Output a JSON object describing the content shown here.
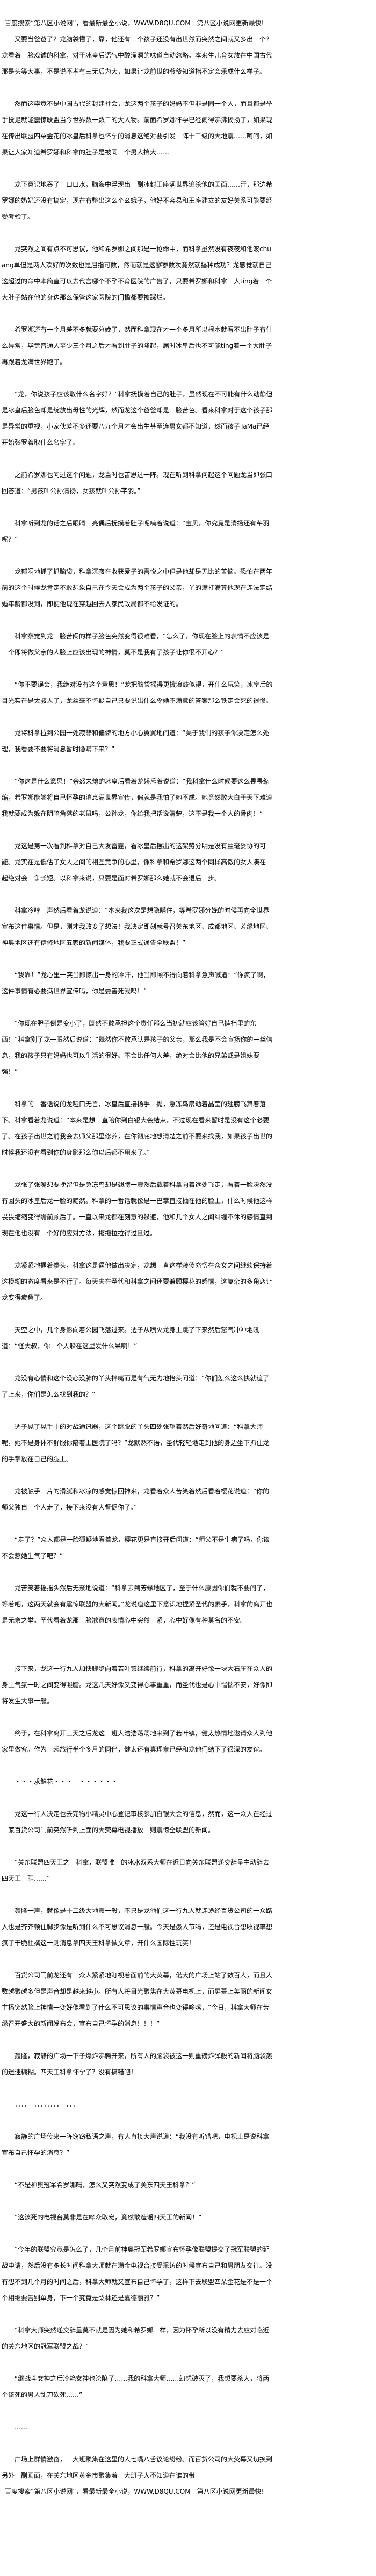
{
  "header_banner": "百度搜索“第八区小说网”，看最新最全小说，WWW.D8QU.COM　第八区小说网更新最快!",
  "footer_banner": "百度搜索“第八区小说网”，看最新最全小说，WWW.D8QU.COM　第八区小说网更新最快!",
  "paragraphs": [
    "又要当爸爸了？龙脑袋懵了，靠，他还有一个孩子还没有出世然而突然之间就又多出一个？龙看着一脸戏谑的科拿，对于冰皇后语气中酸溜溜的味道自动忽略。本来生儿育女放在中国古代那是头等大事，不是说不孝有三无后为大，如果让龙前世的爷爷知道指不定会乐成什么样子。",
    "然而这毕竟不是中国古代的封建社会，龙这两个孩子的妈妈不但非是同一个人，而且都是举手投足就能震惊联盟当今世界数一数二的大人物。前面希罗娜怀孕已经闹得沸沸扬扬了，如果现在传出联盟四朵金花的冰皇后科拿也怀孕的消息这绝对要引发一阵十二级的大地震……呵呵，如果让人家知道希罗娜和科拿的肚子是被同一个男人搞大……",
    "龙下意识地吞了一口口水，脑海中浮现出一副冰封王座满世界追杀他的画面……汗，那边希罗娜的奶奶还没有搞定，现在有整出这么个幺蛾子，他好不容易和王座建立的友好关系可能要经受考验了。",
    "龙突然之间有点不可思议，他和希罗娜之间那是一枪命中，而科拿虽然没有夜夜和他滚chuang单但是两人欢好的次数也是屈指可数，然而就是这寥寥数次竟然就播种成功？龙感觉就自己这超过的命中率简直可以去代言哪个不孕不育医院的广告了，只要希罗娜和科拿一人ting着一个大肚子站在他的身边那么保管这家医院的门槛都要被踩烂。",
    "希罗娜还有一个月差不多就要分娩了，然而科拿现在才一个多月所以根本就看不出肚子有什么异常，毕竟普通人至少三个月之后才看到肚子的隆起，届时冰皇后也不可能ting着一个大肚子再跟着龙满世界跑了。",
    "“龙，你说孩子应该取什么名字好？”科拿抚摸着自己的肚子，虽然现在不可能有什么动静但是冰皇后脸色却是绽放出母性的光辉，然而龙这个爸爸却是一脸苦色。看来科拿对于这个孩子那是异常的重视，小家伙差不多还要八九个月才会出生甚至连男女都不知道，然而孩子TaMa已经开始张罗着取什么名字了。",
    "之前希罗娜也问过这个问题，龙当时也苦思过一阵。现在听到科拿问起这个问题龙当即张口回答道：“男孩叫公孙清扬，女孩就叫公孙芊羽。”",
    "科拿听到龙的话之后眼睛一亮偶后抚摸着肚子呢喃着说道：“宝贝，你究竟是清扬还有芊羽呢？”",
    "龙郁闷地抓了抓脑袋，科拿沉寂在收获爱子的喜悦之中但是他却是无比的苦恼。恐怕在两年前的这个时候龙肯定不敢想象自己在今天会成为两个孩子的父亲，丫的满打满算他现在连法定结婚年龄都没到，即便他现在穿越回去人家民政局都不给发证的。",
    "科拿察觉到龙一脸苦闷的样子脸色突然变得很难看，“怎么了，你现在脸上的表情不应该是一个即将做父亲的人脸上应该出现的神情，莫不是我有了孩子让你很不开心？”",
    "“你不要误会，我绝对没有这个意思！”龙把脑袋摇得更拨浪鼓似得，开什么玩笑，冰皇后的目光实在是太骇人了，龙丝毫不怀疑自己只要说出什么令她不满意的答案那么铁定会死的很惨。",
    "龙将科拿拉到公园一处寂静和偏僻的地方小心翼翼地问道：“关于我们的孩子你决定怎么处理，我看要不要将消息暂时隐瞒下来？”",
    "“你这是什么意思！”余怒未熄的冰皇后看着龙娇斥着说道：“我科拿什么时候要这么畏畏缩缩，希罗娜能够将自己怀孕的消息满世界宣传，偏就是我怕了她不成。她竟然敢大白于天下难道我就要成为躲在阴暗角落的老鼠吗，公孙龙，你给我把话说清楚，这不是我一个人的骨肉！”",
    "龙这是第一次看到科拿对自己大发雷霆，看冰皇后摆出的这架势分明是没有丝毫妥协的可能。龙实在是低估了女人之间的相互竞争的心里，像科拿和希罗娜这两个同样高傲的女人凑在一起绝对会一争长短。以科拿来说，只要是面对希罗娜那么她就不会退后一步。",
    "科拿冷哼一声然后看着龙说道：“本来我这次是想隐瞒住，等希罗娜分娩的时候再向全世界宣布这件事情。但是，刚才我改变了想法！我决定即刻就号召关东地区、成都地区、芳缘地区、神奥地区还有伊修地区五家的新闻媒体，我要正式通告全联盟！”",
    "“我靠！”龙心里一突当即惊出一身的冷汗，他当即顾不得向着科拿急声喊道：“你疯了啊，这件事情有必要满世界宣传吗，你是要害死我吗！”",
    "“你现在胆子倒是变小了，既然不敢承担这个责任那么当初就应该管好自己裤裆里的东西！”科拿别了龙一眼然后说道：“既然你不敢承认是孩子的父亲，那么我是不会宣扬你的一丝信息，我的孩子只有妈妈也可以生活的很好。不会比任何人差，绝对会比他的兄弟或是姐妹要强！”",
    "科拿的一番话说的龙哑口无言，冰皇后直接扬手一抛，急冻鸟扇动着晶莹的翅膀飞舞着落下。科拿看着龙说道：“本来是想一直陪你到白银大会结束，不过现在看来暂时是没有这个必要了。在孩子出世之前我会去师父那里修养，在你彻底地想清楚之前不要来找我，如果孩子出世的时候我还没有看到你的身影那么你以后都不用来了。”",
    "龙张了张嘴想要挽留但是急冻鸟却是翅膀一震然后载着科拿向着远处飞走，看着一脸决然没有回头的冰皇后龙一脸的黯然。科拿的一番话就像是一巴掌直接抽在他的脸上，什么时候他这样畏畏缩缩变得瞻前顾后了。一直以来龙都在刻意的躲避，他和几个女人之间纠缠不休的感情直到现在他也没有一个好的应对方法，拖拖拉拉得过且过。",
    "龙紧紧地握着拳头，科拿这是逼他做出决定，龙想一直这样装傻充愣在众女之间继续保持着这模糊的态度看来是不行了。每天夹在圣代和科拿之间还要兼顾樱花的感情，这复杂的多角恋让龙变得疲惫了。",
    "天空之中，几个身影向着公园飞落过来。透子从喷火龙身上跳了下来然后怒气冲冲地吼道：“怪大叔，你一个人躲在这里发什么呆啊！”",
    "龙没有心情和这个没心没肺的丫头拌嘴而是有气无力地抬头问道：“你们怎么这么快就追了了上来，你们是怎么找到我的？”",
    "透子晃了晃手中的对战通讯器，这个跳脱的丫头四处张望着然后好奇地问道：“科拿大师呢，她不是身体不舒服你陪着上医院了吗？”龙默然不语，圣代轻轻地走到他的身边坐下抓住龙的手掌放在自己的腿上。",
    "龙被触手一片的滑腻和冰凉的感觉惊回神来，龙看着众人苦笑着然后看着樱花说道：“你的师父独自一个人走了，接下来没有人督促你了。”",
    "“走了？”众人都是一脸狐疑地看着龙，樱花更是直接开后问道：“师父不是生病了吗，你该不会惹她生气了吧？”",
    "龙苦笑着摇摇头然后无奈地说道：“科拿去到芳缘地区了，至于什么原因你们就不要问了，等着吧，这两天就会有震惊联盟的大新闻。”龙说道这里下意识地捏紧圣代的素手，科拿的离开也是无奈之举。圣代看着龙那一脸歉意的表情心中突然一紧，心中好像有种莫名的不安。",
    "接下来，龙这一行九人加快脚步向着若叶镇继续前行，科拿的离开好像一块大石压在众人的身上气氛一时之间变得凝脂。龙这几天好像又变得心事重重，而圣代也是心中惴惴不安，好像即将发生大事一般。",
    "终于，在科拿离开三天之后龙这一班人浩浩荡荡地来到了若叶镇，健太热情地邀请众人到他家里做客。作为一起旅行半个多月的同伴，健太还有真理奈已经和龙他们结下了很深的友谊。",
    "・・・求鲜花・・・　・・・・・・",
    "龙这一行人决定也去宠物小精灵中心登记审核参加白银大会的信息，然而，这一众人在经过一家百货公司门前突然听到上面的大荧幕电视播放一则震惊全联盟的新闻。",
    "“关东联盟四天王之一科拿，联盟唯一的冰水双系大师在近日向关东联盟递交辞呈主动辞去四天王一职……”",
    "轰隆一声，就像是十二级大地震一般，不只是龙他们这一行九人就连途经百货公司的一众路人也是齐齐顿住脚步像是听到什么不可思议消息一般。今天是愚人节吗，还是电视台想收视率想疯了干脆杜撰这一则消息拿四天王科拿做文章，开什么国际性玩笑！",
    "百货公司门前龙还有一众人紧紧地盯视着面前的大荧幕，偌大的广场上站了数百人，而且人数越聚越多但是声音却是越来越小。所有人将目光聚焦在大荧幕电视上，而屏幕上美丽的新闻女主播突然脸上神情一变好像看到了什么不可思议的事情声音也变得哆嗦，“今日，科拿大师在芳缘召开盛大的新闻发布会，宣布自己怀孕的消息！！！”",
    "轰隆，寂静的广场一下子爆炸沸腾开来，所有人的脑袋被这一则重磅炸弹般的新闻将脑袋轰的迷迷糊糊。四天王科拿怀孕了？没有搞错吧！",
    "．．．．　．．．．．．．．　．．．",
    "寂静的广场传来一阵窃窃私语之声，有人直接大声说道：“我没有听错吧，电视上是说科拿宣布自己怀孕的消息？”",
    "“不是神奥冠军希罗娜吗，怎么又突然变成了关东四天王科拿？”",
    "“这该死的电视台莫非是在哗众取宠，竟然敢造谣四天王的新闻！”",
    "“今年的联盟究竟是怎么了，几个月前神奥冠军希罗娜宣布怀孕像联盟提交了冠军联盟的延战申请，然后没有多长时间科拿大师就在满金电视台接受采访的时候宣布自己和男朋友交往。没有想不到几个月的时间之后，科拿大师就又宣布自己怀孕了，这样下去联盟四朵金花是不是一个个相继要告别单身，下一个究竟是梨林还是嘉德丽雅？”",
    "“科拿大师突然递交辞呈莫不就是因为她和希罗娜一样，因为怀孕所以没有精力去应对临近的关东地区的冠军联盟之战？”",
    "“继战斗女神之后冷艳女神也沦陷了……我的科拿大师……幻想破灭了，我想要杀人，将两个该死的男人乱刀砍死……”",
    "……",
    "广场上群情激奋，一大班聚集在这里的人七嘴八舌议论纷纷。而百货公司的大荧幕又切换到另外一副画面，在关东地区黄金市聚集着一大班子人不知道在谁的带"
  ]
}
